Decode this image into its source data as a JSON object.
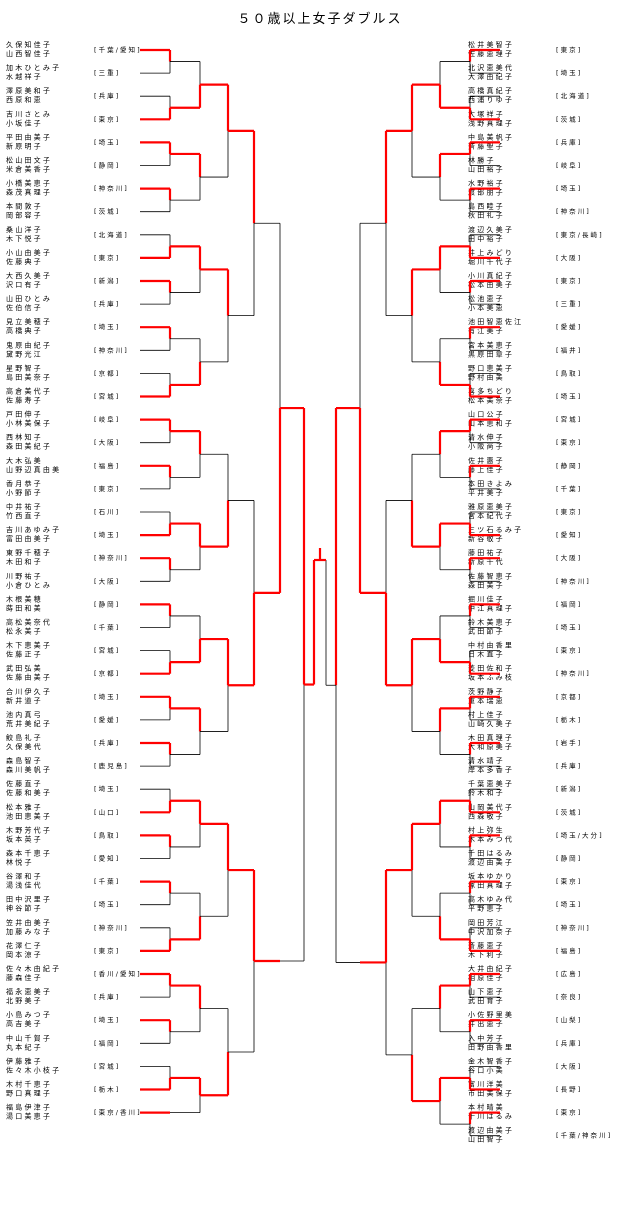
{
  "title": "５０歳以上女子ダブルス",
  "colors": {
    "winner_line": "#ff0000",
    "line": "#000000"
  },
  "left": [
    {
      "p1": "久 保 知 佳 子",
      "p2": "山 西 智 佳 子",
      "pref": "[ 千 葉 / 愛 知 ]"
    },
    {
      "p1": "加 木 ひ と み 子",
      "p2": "水 越 祥 子",
      "pref": "[ 三 重 ]"
    },
    {
      "p1": "澤 原 美 和 子",
      "p2": "西 原 和 恵",
      "pref": "[ 兵 庫 ]"
    },
    {
      "p1": "吉 川 さ と み",
      "p2": "小 坂 佳 子",
      "pref": "[ 東 京 ]"
    },
    {
      "p1": "平 田 由 美 子",
      "p2": "新 原 明 子",
      "pref": "[ 埼 玉 ]"
    },
    {
      "p1": "松 山 田 文 子",
      "p2": "米 倉 美 香 子",
      "pref": "[ 静 岡 ]"
    },
    {
      "p1": "小 橋 美 恵 子",
      "p2": "森 茂 真 理 子",
      "pref": "[ 神 奈 川 ]"
    },
    {
      "p1": "本 間 敦 子",
      "p2": "岡 部 容 子",
      "pref": "[ 茨 城 ]"
    },
    {
      "p1": "桑 山 洋 子",
      "p2": "木 下 悦 子",
      "pref": "[ 北 海 道 ]"
    },
    {
      "p1": "小 山 由 美 子",
      "p2": "佐 藤 典 子",
      "pref": "[ 東 京 ]"
    },
    {
      "p1": "大 西 久 美 子",
      "p2": "沢 口 有 子",
      "pref": "[ 新 潟 ]"
    },
    {
      "p1": "山 田 ひ と み",
      "p2": "佐 伯 信 子",
      "pref": "[ 兵 庫 ]"
    },
    {
      "p1": "見 立 美 穂 子",
      "p2": "高 橋 典 子",
      "pref": "[ 埼 玉 ]"
    },
    {
      "p1": "鬼 原 由 紀 子",
      "p2": "黛 野 光 江",
      "pref": "[ 神 奈 川 ]"
    },
    {
      "p1": "星 野 智 子",
      "p2": "島 田 美 奈 子",
      "pref": "[ 京 都 ]"
    },
    {
      "p1": "高 倉 美 代 子",
      "p2": "佐 藤 寿 子",
      "pref": "[ 宮 城 ]"
    },
    {
      "p1": "戸 田 伸 子",
      "p2": "小 林 美 保 子",
      "pref": "[ 岐 阜 ]"
    },
    {
      "p1": "西 林 知 子",
      "p2": "森 田 美 紀 子",
      "pref": "[ 大 阪 ]"
    },
    {
      "p1": "大 木 弘 美",
      "p2": "山 野 辺 真 由 美",
      "pref": "[ 福 島 ]"
    },
    {
      "p1": "香 月 恭 子",
      "p2": "小 野 節 子",
      "pref": "[ 東 京 ]"
    },
    {
      "p1": "中 井 祐 子",
      "p2": "竹 西 直 子",
      "pref": "[ 石 川 ]"
    },
    {
      "p1": "吉 川 あ ゆ み 子",
      "p2": "富 田 由 美 子",
      "pref": "[ 埼 玉 ]"
    },
    {
      "p1": "東 野 千 穂 子",
      "p2": "木 田 和 子",
      "pref": "[ 神 奈 川 ]"
    },
    {
      "p1": "川 野 祐 子",
      "p2": "小 倉 ひ と み",
      "pref": "[ 大 阪 ]"
    },
    {
      "p1": "木 根 美 穂",
      "p2": "蒔 田 和 美",
      "pref": "[ 静 岡 ]"
    },
    {
      "p1": "高 松 美 奈 代",
      "p2": "松 永 美 子",
      "pref": "[ 千 葉 ]"
    },
    {
      "p1": "木 下 恵 美 子",
      "p2": "佐 藤 正 子",
      "pref": "[ 宮 城 ]"
    },
    {
      "p1": "武 田 弘 美",
      "p2": "佐 藤 由 美 子",
      "pref": "[ 京 都 ]"
    },
    {
      "p1": "合 川 伊 久 子",
      "p2": "新 井 道 子",
      "pref": "[ 埼 玉 ]"
    },
    {
      "p1": "池 内 真 弓",
      "p2": "荒 井 美 紀 子",
      "pref": "[ 愛 媛 ]"
    },
    {
      "p1": "鮫 島 礼 子",
      "p2": "久 保 美 代",
      "pref": "[ 兵 庫 ]"
    },
    {
      "p1": "森 島 智 子",
      "p2": "森 川 美 帆 子",
      "pref": "[ 鹿 児 島 ]"
    },
    {
      "p1": "佐 藤 直 子",
      "p2": "佐 藤 和 美 子",
      "pref": "[ 埼 玉 ]"
    },
    {
      "p1": "松 本 雅 子",
      "p2": "池 田 恵 美 子",
      "pref": "[ 山 口 ]"
    },
    {
      "p1": "木 野 芳 代 子",
      "p2": "坂 本 英 子",
      "pref": "[ 鳥 取 ]"
    },
    {
      "p1": "森 本 千 恵 子",
      "p2": "林 悦 子",
      "pref": "[ 愛 知 ]"
    },
    {
      "p1": "谷 澤 和 子",
      "p2": "湯 浅 佳 代",
      "pref": "[ 千 葉 ]"
    },
    {
      "p1": "田 中 沢 里 子",
      "p2": "神 谷 節 子",
      "pref": "[ 埼 玉 ]"
    },
    {
      "p1": "笠 井 由 美 子",
      "p2": "加 藤 み な 子",
      "pref": "[ 神 奈 川 ]"
    },
    {
      "p1": "花 澤 仁 子",
      "p2": "岡 本 涼 子",
      "pref": "[ 東 京 ]"
    },
    {
      "p1": "佐 々 木 由 紀 子",
      "p2": "藤 森 佳 子",
      "pref": "[ 香 川 / 愛 知 ]"
    },
    {
      "p1": "福 永 恵 美 子",
      "p2": "北 野 美 子",
      "pref": "[ 兵 庫 ]"
    },
    {
      "p1": "小 島 み つ 子",
      "p2": "高 吉 美 子",
      "pref": "[ 埼 玉 ]"
    },
    {
      "p1": "中 山 千 賀 子",
      "p2": "丸 本 紀 子",
      "pref": "[ 福 岡 ]"
    },
    {
      "p1": "伊 藤 雅 子",
      "p2": "佐 々 木 小 枝 子",
      "pref": "[ 宮 城 ]"
    },
    {
      "p1": "木 村 千 恵 子",
      "p2": "野 口 真 理 子",
      "pref": "[ 栃 木 ]"
    },
    {
      "p1": "福 島 伊 津 子",
      "p2": "湯 口 美 恵 子",
      "pref": "[ 東 京 / 香 川 ]"
    }
  ],
  "right": [
    {
      "p1": "松 井 美 智 子",
      "p2": "佐 藤 恵 理 子",
      "pref": "[ 東 京 ]"
    },
    {
      "p1": "北 沢 恵 美 代",
      "p2": "大 澤 由 紀 子",
      "pref": "[ 埼 玉 ]"
    },
    {
      "p1": "高 橋 真 紀 子",
      "p2": "西 浦 り ゆ 子",
      "pref": "[ 北 海 道 ]"
    },
    {
      "p1": "大 塚 祥 子",
      "p2": "浅 野 真 理 子",
      "pref": "[ 茨 城 ]"
    },
    {
      "p1": "中 島 美 帆 子",
      "p2": "斉 藤 聖 子",
      "pref": "[ 兵 庫 ]"
    },
    {
      "p1": "林 勝 子",
      "p2": "山 田 裕 子",
      "pref": "[ 岐 阜 ]"
    },
    {
      "p1": "水 野 裕 子",
      "p2": "渡 部 朋 子",
      "pref": "[ 埼 玉 ]"
    },
    {
      "p1": "島 西 睦 子",
      "p2": "秋 田 礼 子",
      "pref": "[ 神 奈 川 ]"
    },
    {
      "p1": "渡 辺 久 美 子",
      "p2": "田 中 裕 子",
      "pref": "[ 東 京 / 長 崎 ]"
    },
    {
      "p1": "井 上 み ど り",
      "p2": "堀 川 千 代 子",
      "pref": "[ 大 阪 ]"
    },
    {
      "p1": "小 川 真 紀 子",
      "p2": "松 本 由 美 子",
      "pref": "[ 東 京 ]"
    },
    {
      "p1": "松 池 恵 子",
      "p2": "小 本 美 恵",
      "pref": "[ 三 重 ]"
    },
    {
      "p1": "池 田 智 恵 佐 江",
      "p2": "有 江 美 子",
      "pref": "[ 愛 媛 ]"
    },
    {
      "p1": "宮 本 美 恵 子",
      "p2": "黒 原 田 章 子",
      "pref": "[ 福 井 ]"
    },
    {
      "p1": "野 口 恵 美 子",
      "p2": "野 村 由 美",
      "pref": "[ 鳥 取 ]"
    },
    {
      "p1": "喜 多 ち ど り",
      "p2": "松 本 美 奈 子",
      "pref": "[ 埼 玉 ]"
    },
    {
      "p1": "山 口 公 子",
      "p2": "山 本 恵 和 子",
      "pref": "[ 宮 城 ]"
    },
    {
      "p1": "清 水 伸 子",
      "p2": "小 阪 尚 子",
      "pref": "[ 東 京 ]"
    },
    {
      "p1": "佐 井 惠 子",
      "p2": "藤 上 佳 子",
      "pref": "[ 静 岡 ]"
    },
    {
      "p1": "本 田 き よ み",
      "p2": "平 井 美 子",
      "pref": "[ 千 葉 ]"
    },
    {
      "p1": "雅 原 恵 美 子",
      "p2": "宮 本 紀 代 子",
      "pref": "[ 東 京 ]"
    },
    {
      "p1": "三 ツ 石 る み 子",
      "p2": "新 谷 敬 子",
      "pref": "[ 愛 知 ]"
    },
    {
      "p1": "藤 田 祐 子",
      "p2": "新 原 千 代",
      "pref": "[ 大 阪 ]"
    },
    {
      "p1": "佐 藤 智 恵 子",
      "p2": "森 田 美 子",
      "pref": "[ 神 奈 川 ]"
    },
    {
      "p1": "掘 川 佳 子",
      "p2": "中 江 真 理 子",
      "pref": "[ 福 岡 ]"
    },
    {
      "p1": "鈴 木 美 恵 子",
      "p2": "武 田 節 子",
      "pref": "[ 埼 玉 ]"
    },
    {
      "p1": "中 村 由 香 里",
      "p2": "日 木 直 子",
      "pref": "[ 東 京 ]"
    },
    {
      "p1": "菱 田 佐 和 子",
      "p2": "坂 本 ふ み 枝",
      "pref": "[ 神 奈 川 ]"
    },
    {
      "p1": "茨 野 静 子",
      "p2": "重 本 瑞 恵",
      "pref": "[ 京 都 ]"
    },
    {
      "p1": "村 上 佳 子",
      "p2": "山 崎 久 美 子",
      "pref": "[ 栃 木 ]"
    },
    {
      "p1": "木 田 真 理 子",
      "p2": "大 和 原 美 子",
      "pref": "[ 岩 手 ]"
    },
    {
      "p1": "清 水 靖 子",
      "p2": "岸 本 多 香 子",
      "pref": "[ 兵 庫 ]"
    },
    {
      "p1": "千 葉 恵 美 子",
      "p2": "鈴 木 和 子",
      "pref": "[ 新 潟 ]"
    },
    {
      "p1": "山 岡 美 代 子",
      "p2": "西 森 敬 子",
      "pref": "[ 茨 城 ]"
    },
    {
      "p1": "村 上 弥 生",
      "p2": "木 本 み つ 代",
      "pref": "[ 埼 玉 / 大 分 ]"
    },
    {
      "p1": "千 田 は る み",
      "p2": "渡 辺 由 美 子",
      "pref": "[ 静 岡 ]"
    },
    {
      "p1": "坂 本 ゆ か り",
      "p2": "塚 田 真 理 子",
      "pref": "[ 東 京 ]"
    },
    {
      "p1": "高 木 ゆ み 代",
      "p2": "平 野 恵 子",
      "pref": "[ 埼 玉 ]"
    },
    {
      "p1": "岡 田 芳 江",
      "p2": "中 沢 加 奈 子",
      "pref": "[ 神 奈 川 ]"
    },
    {
      "p1": "斎 藤 恵 子",
      "p2": "木 下 利 子",
      "pref": "[ 福 島 ]"
    },
    {
      "p1": "大 井 由 紀 子",
      "p2": "相 原 佳 子",
      "pref": "[ 広 島 ]"
    },
    {
      "p1": "山 下 恵 子",
      "p2": "武 田 育 子",
      "pref": "[ 奈 良 ]"
    },
    {
      "p1": "小 佐 野 里 美",
      "p2": "井 出 恵 子",
      "pref": "[ 山 梨 ]"
    },
    {
      "p1": "入 中 芳 子",
      "p2": "田 野 由 香 里",
      "pref": "[ 兵 庫 ]"
    },
    {
      "p1": "金 木 智 香 子",
      "p2": "谷 口 小 美",
      "pref": "[ 大 阪 ]"
    },
    {
      "p1": "富 川 洋 美",
      "p2": "市 田 美 保 子",
      "pref": "[ 長 野 ]"
    },
    {
      "p1": "本 村 晴 美",
      "p2": "千 川 は る み",
      "pref": "[ 東 京 ]"
    },
    {
      "p1": "渡 辺 由 美 子",
      "p2": "山 田 智 子",
      "pref": "[ 千 葉 / 神 奈 川 ]"
    }
  ]
}
